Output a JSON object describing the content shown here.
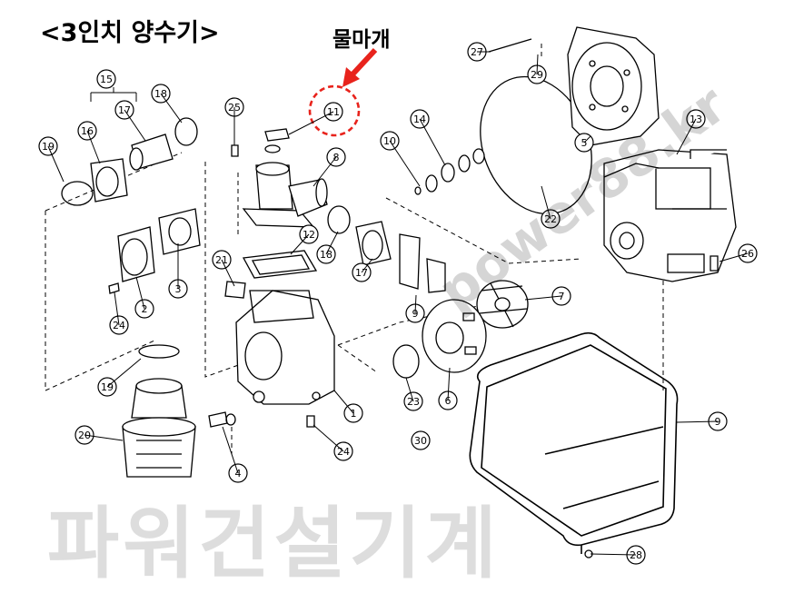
{
  "title": "<3인치 양수기>",
  "callout_label": "물마개",
  "watermark_url": "power88.kr",
  "watermark_brand": "파워건설기계",
  "parts": [
    {
      "id": "p1",
      "label": "1"
    },
    {
      "id": "p2",
      "label": "2"
    },
    {
      "id": "p3",
      "label": "3"
    },
    {
      "id": "p4",
      "label": "4"
    },
    {
      "id": "p5",
      "label": "5"
    },
    {
      "id": "p6",
      "label": "6"
    },
    {
      "id": "p7",
      "label": "7"
    },
    {
      "id": "p8",
      "label": "8"
    },
    {
      "id": "p9",
      "label": "9"
    },
    {
      "id": "p9b",
      "label": "9"
    },
    {
      "id": "p10",
      "label": "10"
    },
    {
      "id": "p11",
      "label": "11"
    },
    {
      "id": "p12",
      "label": "12"
    },
    {
      "id": "p13",
      "label": "13"
    },
    {
      "id": "p14",
      "label": "14"
    },
    {
      "id": "p15",
      "label": "15"
    },
    {
      "id": "p16",
      "label": "16"
    },
    {
      "id": "p17a",
      "label": "17"
    },
    {
      "id": "p17b",
      "label": "17"
    },
    {
      "id": "p18a",
      "label": "18"
    },
    {
      "id": "p18b",
      "label": "18"
    },
    {
      "id": "p19a",
      "label": "19"
    },
    {
      "id": "p19b",
      "label": "19"
    },
    {
      "id": "p20",
      "label": "20"
    },
    {
      "id": "p21",
      "label": "21"
    },
    {
      "id": "p22",
      "label": "22"
    },
    {
      "id": "p23",
      "label": "23"
    },
    {
      "id": "p24a",
      "label": "24"
    },
    {
      "id": "p24b",
      "label": "24"
    },
    {
      "id": "p25",
      "label": "25"
    },
    {
      "id": "p26",
      "label": "26"
    },
    {
      "id": "p27",
      "label": "27"
    },
    {
      "id": "p28",
      "label": "28"
    },
    {
      "id": "p29",
      "label": "29"
    },
    {
      "id": "p30",
      "label": "30"
    }
  ]
}
